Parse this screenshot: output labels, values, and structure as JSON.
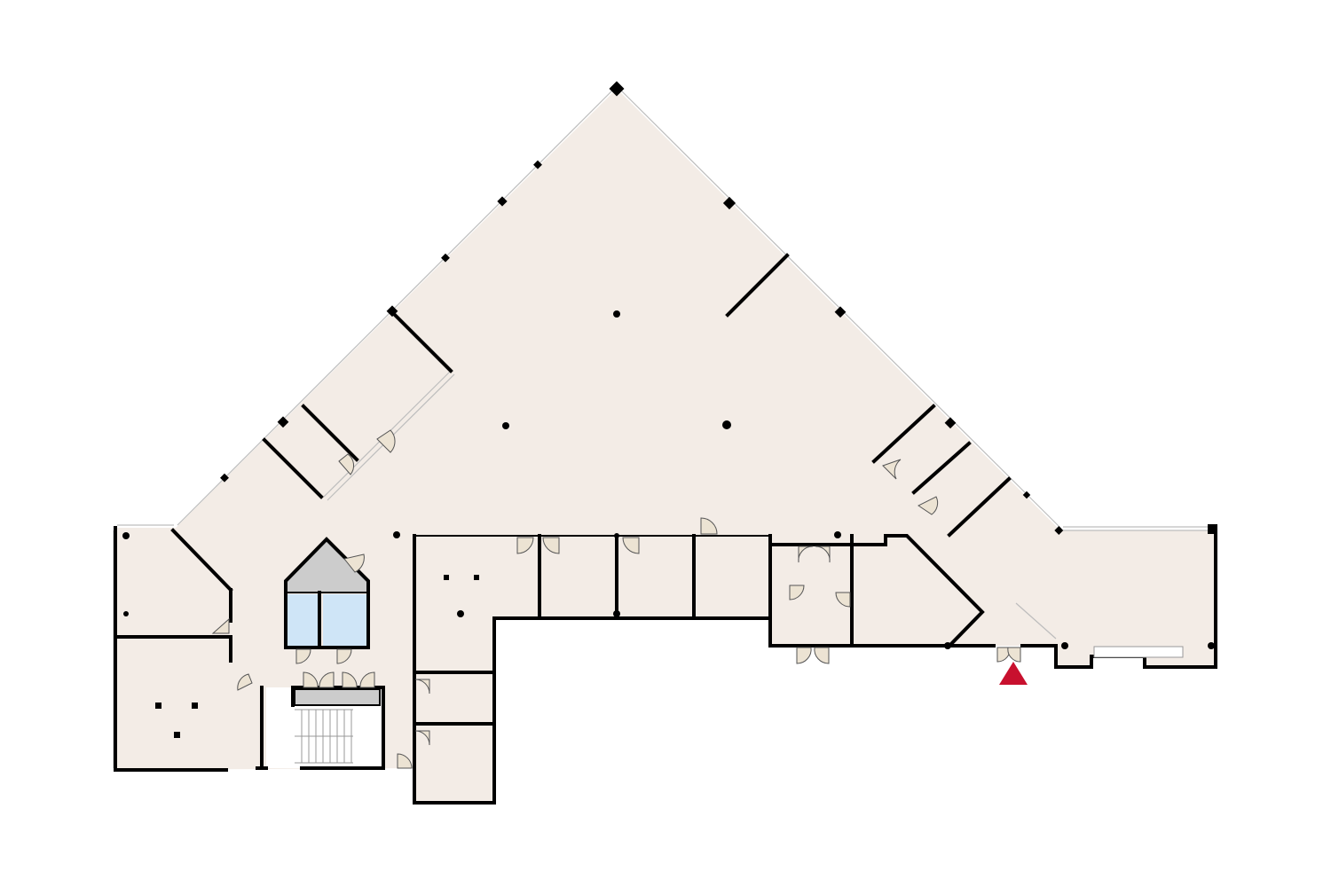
{
  "plan": {
    "floor_color": "#f3ece6",
    "wall_color": "#000000",
    "wet_room_color": "#cfe5f7",
    "shaft_color": "#cccccc",
    "door_color": "#ece3d3",
    "entrance_marker_color": "#c8102e"
  },
  "icons": {
    "entrance": "red-triangle-entrance-marker",
    "column": "round-column",
    "pillar": "square-pillar"
  }
}
